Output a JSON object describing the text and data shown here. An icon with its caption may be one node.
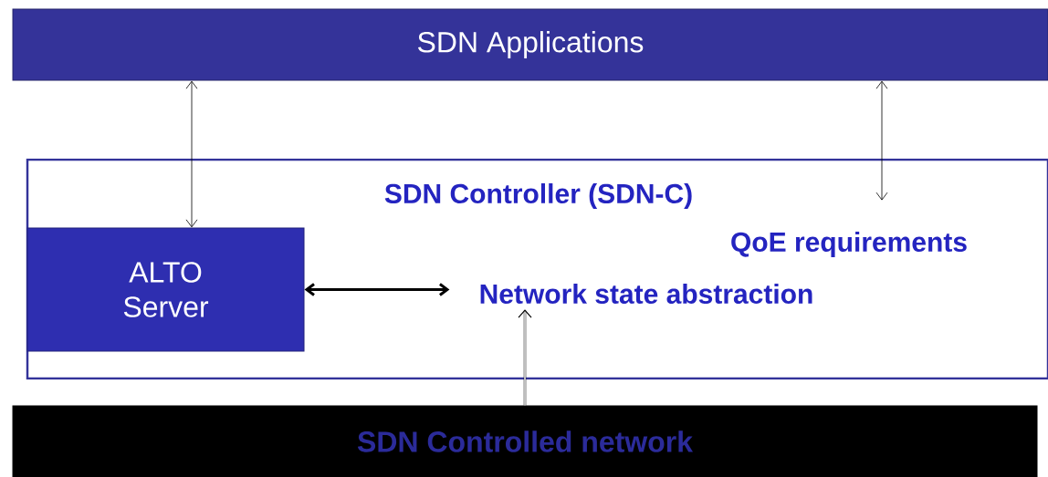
{
  "diagram": {
    "nodes": [
      {
        "text": [
          "SDN Applications"
        ]
      },
      {
        "text": [
          "SDN Controller (SDN-C)"
        ]
      },
      {
        "text": [
          "ALTO Server"
        ],
        "in": 1
      },
      {
        "text": [
          "Network state abstraction"
        ],
        "in": 1
      },
      {
        "text": [
          "QoE requirements"
        ],
        "in": 1
      },
      {
        "text": [
          "SDN  Controlled network"
        ]
      }
    ],
    "edges": [
      {
        "from": 0,
        "to": 2,
        "arrow": "both"
      },
      {
        "from": 0,
        "to": 4,
        "arrow": "both"
      },
      {
        "from": 2,
        "to": 3,
        "arrow": "both",
        "style": "thick"
      },
      {
        "from": 5,
        "to": 3,
        "arrow": "to"
      }
    ]
  }
}
